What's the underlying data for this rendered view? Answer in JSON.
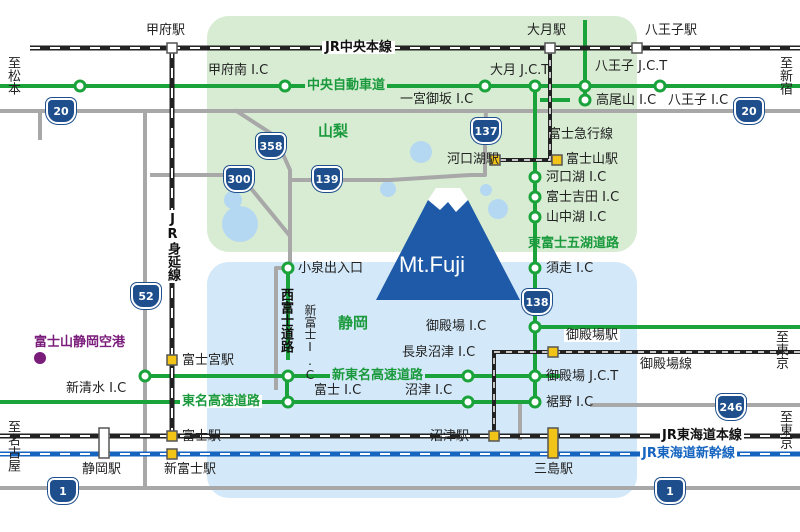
{
  "title": "",
  "colors": {
    "yamanashi_region": "#d7ecd3",
    "shizuoka_region": "#d3e8f8",
    "expressway": "#1aa33a",
    "jr_line": "#222222",
    "shinkansen": "#1565c0",
    "national_road": "#1e4f8c",
    "local_road": "#a8a8a8",
    "station_marker": "#f2c418",
    "airport_marker": "#7a1c7a",
    "mountain": "#1e5aa8"
  },
  "regions": {
    "yamanashi": "山梨",
    "shizuoka": "静岡"
  },
  "mountain": {
    "label": "Mt.Fuji"
  },
  "railways": {
    "chuo": "JR中央本線",
    "minobu": "JR身延線",
    "tokaido": "JR東海道本線",
    "shinkansen": "JR東海道新幹線",
    "fujikyu": "富士急行線",
    "gotemba": "御殿場線"
  },
  "expressways": {
    "chuo": "中央自動車道",
    "higashi_fuji_goko": "東富士五湖道路",
    "shin_tomei": "新東名高速道路",
    "tomei": "東名高速道路",
    "nishi_fuji": "西富士道路",
    "shin_fuji_ic": "新富士I.C"
  },
  "stations": {
    "kofu": "甲府駅",
    "otsuki": "大月駅",
    "hachioji": "八王子駅",
    "kawaguchiko": "河口湖駅",
    "fujisan": "富士山駅",
    "fujinomiya": "富士宮駅",
    "fuji": "富士駅",
    "shinfuji": "新富士駅",
    "shizuoka": "静岡駅",
    "numazu": "沼津駅",
    "mishima": "三島駅",
    "gotemba": "御殿場駅"
  },
  "interchanges": {
    "kofu_minami": "甲府南 I.C",
    "ichinomiya_misaka": "一宮御坂 I.C",
    "otsuki_jct": "大月 J.C.T",
    "hachioji_jct": "八王子 J.C.T",
    "takaozan": "高尾山 I.C",
    "hachioji_ic": "八王子 I.C",
    "kawaguchiko": "河口湖 I.C",
    "fujiyoshida": "富士吉田 I.C",
    "yamanakako": "山中湖 I.C",
    "subashiri": "須走 I.C",
    "koizumi_deiriguchi": "小泉出入口",
    "gotemba_ic": "御殿場 I.C",
    "nagaizumi_numazu": "長泉沼津 I.C",
    "gotemba_jct": "御殿場 J.C.T",
    "shinshimizu": "新清水 I.C",
    "fuji_ic": "富士 I.C",
    "numazu_ic": "沼津 I.C",
    "susono": "裾野 I.C"
  },
  "airport": "富士山静岡空港",
  "routes": [
    "20",
    "20",
    "358",
    "300",
    "139",
    "137",
    "52",
    "138",
    "246",
    "1",
    "1"
  ],
  "directions": {
    "matsumoto": "至松本",
    "shinjuku": "至新宿",
    "tokyo1": "至東京",
    "tokyo2": "至東京",
    "nagoya": "至名古屋"
  }
}
